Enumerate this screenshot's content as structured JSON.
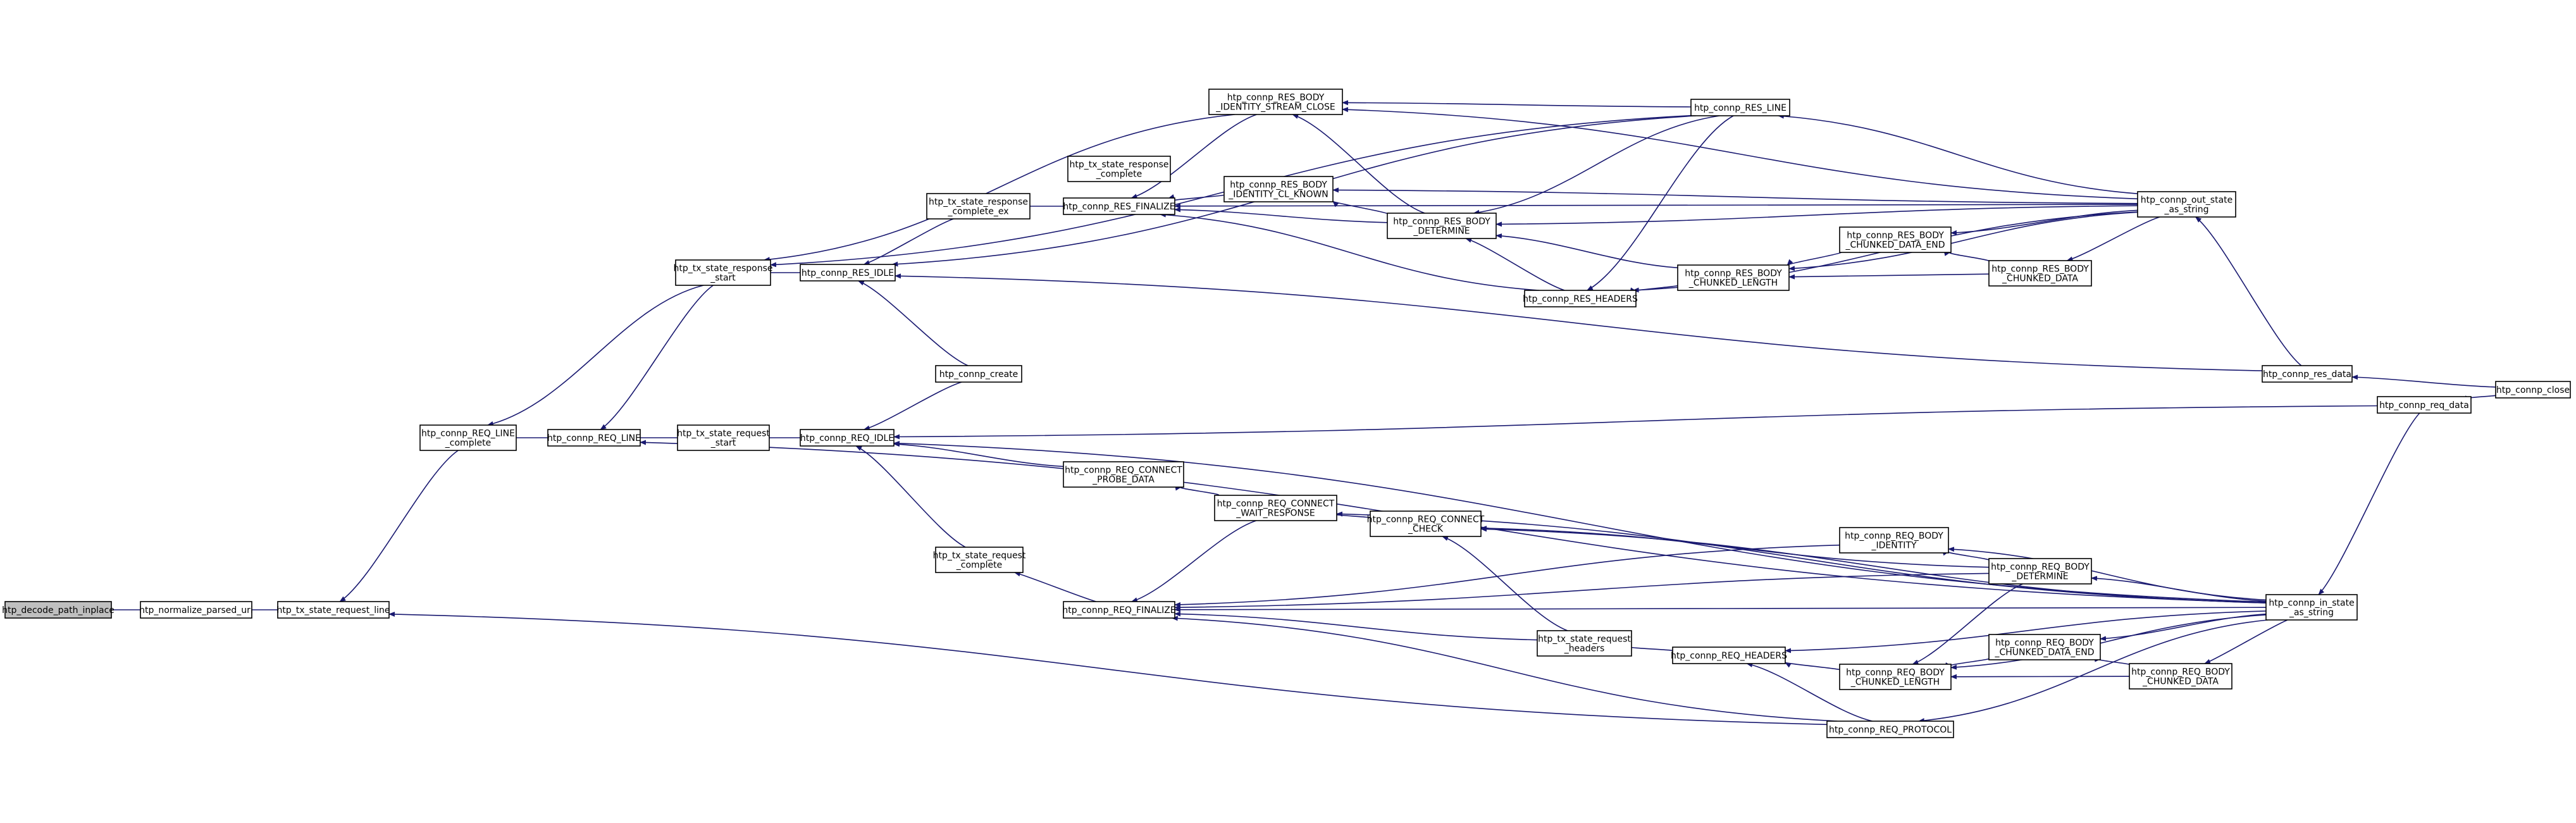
{
  "graph": {
    "colors": {
      "edge": "#191970",
      "node_border": "#000000",
      "focus_fill": "#bfbfbf",
      "node_fill": "#ffffff"
    },
    "nodes": [
      {
        "id": "decode",
        "lines": [
          "htp_decode_path_inplace"
        ],
        "focus": true
      },
      {
        "id": "normalize",
        "lines": [
          "htp_normalize_parsed_uri"
        ]
      },
      {
        "id": "req_line_state",
        "lines": [
          "htp_tx_state_request_line"
        ]
      },
      {
        "id": "req_line_complete",
        "lines": [
          "htp_connp_REQ_LINE",
          "_complete"
        ]
      },
      {
        "id": "req_line",
        "lines": [
          "htp_connp_REQ_LINE"
        ]
      },
      {
        "id": "resp_start",
        "lines": [
          "htp_tx_state_response",
          "_start"
        ]
      },
      {
        "id": "req_start",
        "lines": [
          "htp_tx_state_request",
          "_start"
        ]
      },
      {
        "id": "res_idle",
        "lines": [
          "htp_connp_RES_IDLE"
        ]
      },
      {
        "id": "req_idle",
        "lines": [
          "htp_connp_REQ_IDLE"
        ]
      },
      {
        "id": "create",
        "lines": [
          "htp_connp_create"
        ]
      },
      {
        "id": "req_complete",
        "lines": [
          "htp_tx_state_request",
          "_complete"
        ]
      },
      {
        "id": "resp_complete_ex",
        "lines": [
          "htp_tx_state_response",
          "_complete_ex"
        ]
      },
      {
        "id": "resp_complete",
        "lines": [
          "htp_tx_state_response",
          "_complete"
        ]
      },
      {
        "id": "res_finalize",
        "lines": [
          "htp_connp_RES_FINALIZE"
        ]
      },
      {
        "id": "res_body_stream",
        "lines": [
          "htp_connp_RES_BODY",
          "_IDENTITY_STREAM_CLOSE"
        ]
      },
      {
        "id": "res_body_cl",
        "lines": [
          "htp_connp_RES_BODY",
          "_IDENTITY_CL_KNOWN"
        ]
      },
      {
        "id": "req_connect_probe",
        "lines": [
          "htp_connp_REQ_CONNECT",
          "_PROBE_DATA"
        ]
      },
      {
        "id": "req_finalize",
        "lines": [
          "htp_connp_REQ_FINALIZE"
        ]
      },
      {
        "id": "req_connect_wait",
        "lines": [
          "htp_connp_REQ_CONNECT",
          "_WAIT_RESPONSE"
        ]
      },
      {
        "id": "req_connect_check",
        "lines": [
          "htp_connp_REQ_CONNECT",
          "_CHECK"
        ]
      },
      {
        "id": "res_body_determine",
        "lines": [
          "htp_connp_RES_BODY",
          "_DETERMINE"
        ]
      },
      {
        "id": "res_headers",
        "lines": [
          "htp_connp_RES_HEADERS"
        ]
      },
      {
        "id": "req_headers_state",
        "lines": [
          "htp_tx_state_request",
          "_headers"
        ]
      },
      {
        "id": "req_headers",
        "lines": [
          "htp_connp_REQ_HEADERS"
        ]
      },
      {
        "id": "res_line",
        "lines": [
          "htp_connp_RES_LINE"
        ]
      },
      {
        "id": "res_body_chunked_length",
        "lines": [
          "htp_connp_RES_BODY",
          "_CHUNKED_LENGTH"
        ]
      },
      {
        "id": "res_body_chunked_data_end",
        "lines": [
          "htp_connp_RES_BODY",
          "_CHUNKED_DATA_END"
        ]
      },
      {
        "id": "req_body_identity",
        "lines": [
          "htp_connp_REQ_BODY",
          "_IDENTITY"
        ]
      },
      {
        "id": "req_body_chunked_length",
        "lines": [
          "htp_connp_REQ_BODY",
          "_CHUNKED_LENGTH"
        ]
      },
      {
        "id": "req_protocol",
        "lines": [
          "htp_connp_REQ_PROTOCOL"
        ]
      },
      {
        "id": "res_body_chunked_data",
        "lines": [
          "htp_connp_RES_BODY",
          "_CHUNKED_DATA"
        ]
      },
      {
        "id": "req_body_determine",
        "lines": [
          "htp_connp_REQ_BODY",
          "_DETERMINE"
        ]
      },
      {
        "id": "req_body_chunked_data_end",
        "lines": [
          "htp_connp_REQ_BODY",
          "_CHUNKED_DATA_END"
        ]
      },
      {
        "id": "req_body_chunked_data",
        "lines": [
          "htp_connp_REQ_BODY",
          "_CHUNKED_DATA"
        ]
      },
      {
        "id": "out_state",
        "lines": [
          "htp_connp_out_state",
          "_as_string"
        ]
      },
      {
        "id": "res_data",
        "lines": [
          "htp_connp_res_data"
        ]
      },
      {
        "id": "req_data",
        "lines": [
          "htp_connp_req_data"
        ]
      },
      {
        "id": "in_state",
        "lines": [
          "htp_connp_in_state",
          "_as_string"
        ]
      },
      {
        "id": "close",
        "lines": [
          "htp_connp_close"
        ]
      }
    ],
    "edges": [
      [
        "decode",
        "normalize"
      ],
      [
        "normalize",
        "req_line_state"
      ],
      [
        "req_line_state",
        "req_line_complete"
      ],
      [
        "req_line_state",
        "req_protocol"
      ],
      [
        "req_line_complete",
        "req_line"
      ],
      [
        "req_line_complete",
        "resp_start"
      ],
      [
        "req_line",
        "req_start"
      ],
      [
        "req_line",
        "resp_start"
      ],
      [
        "req_line",
        "in_state"
      ],
      [
        "resp_start",
        "res_idle"
      ],
      [
        "resp_start",
        "res_line"
      ],
      [
        "resp_start",
        "res_body_stream"
      ],
      [
        "req_start",
        "req_idle"
      ],
      [
        "res_idle",
        "create"
      ],
      [
        "res_idle",
        "resp_complete_ex"
      ],
      [
        "res_idle",
        "res_line"
      ],
      [
        "res_idle",
        "res_data"
      ],
      [
        "req_idle",
        "create"
      ],
      [
        "req_idle",
        "req_complete"
      ],
      [
        "req_idle",
        "req_connect_probe"
      ],
      [
        "req_idle",
        "req_data"
      ],
      [
        "req_idle",
        "in_state"
      ],
      [
        "req_complete",
        "req_finalize"
      ],
      [
        "resp_complete_ex",
        "res_finalize"
      ],
      [
        "res_finalize",
        "res_body_stream"
      ],
      [
        "res_finalize",
        "res_body_cl"
      ],
      [
        "res_finalize",
        "res_body_determine"
      ],
      [
        "res_finalize",
        "res_headers"
      ],
      [
        "res_finalize",
        "out_state"
      ],
      [
        "res_body_stream",
        "res_line"
      ],
      [
        "res_body_stream",
        "res_body_determine"
      ],
      [
        "res_body_stream",
        "out_state"
      ],
      [
        "res_body_cl",
        "res_body_determine"
      ],
      [
        "res_body_cl",
        "out_state"
      ],
      [
        "req_connect_probe",
        "req_connect_wait"
      ],
      [
        "req_finalize",
        "req_connect_wait"
      ],
      [
        "req_finalize",
        "req_headers_state"
      ],
      [
        "req_finalize",
        "req_body_identity"
      ],
      [
        "req_finalize",
        "req_body_determine"
      ],
      [
        "req_finalize",
        "req_protocol"
      ],
      [
        "req_finalize",
        "in_state"
      ],
      [
        "req_connect_wait",
        "req_connect_check"
      ],
      [
        "req_connect_wait",
        "in_state"
      ],
      [
        "req_connect_check",
        "req_headers_state"
      ],
      [
        "req_connect_check",
        "req_body_determine"
      ],
      [
        "req_connect_check",
        "in_state"
      ],
      [
        "res_body_determine",
        "res_headers"
      ],
      [
        "res_body_determine",
        "res_line"
      ],
      [
        "res_body_determine",
        "res_body_chunked_length"
      ],
      [
        "res_body_determine",
        "out_state"
      ],
      [
        "res_headers",
        "res_line"
      ],
      [
        "res_headers",
        "res_body_chunked_length"
      ],
      [
        "res_headers",
        "out_state"
      ],
      [
        "req_headers_state",
        "req_headers"
      ],
      [
        "req_headers",
        "req_protocol"
      ],
      [
        "req_headers",
        "req_body_chunked_length"
      ],
      [
        "req_headers",
        "in_state"
      ],
      [
        "res_line",
        "out_state"
      ],
      [
        "res_body_chunked_length",
        "res_body_chunked_data_end"
      ],
      [
        "res_body_chunked_length",
        "res_body_chunked_data"
      ],
      [
        "res_body_chunked_length",
        "out_state"
      ],
      [
        "res_body_chunked_data_end",
        "res_body_chunked_data"
      ],
      [
        "res_body_chunked_data_end",
        "out_state"
      ],
      [
        "res_body_chunked_data",
        "out_state"
      ],
      [
        "req_body_identity",
        "req_body_determine"
      ],
      [
        "req_body_identity",
        "in_state"
      ],
      [
        "req_body_chunked_length",
        "req_body_chunked_data_end"
      ],
      [
        "req_body_chunked_length",
        "req_body_chunked_data"
      ],
      [
        "req_body_chunked_length",
        "req_body_determine"
      ],
      [
        "req_body_chunked_length",
        "in_state"
      ],
      [
        "req_protocol",
        "in_state"
      ],
      [
        "req_body_determine",
        "in_state"
      ],
      [
        "req_body_chunked_data_end",
        "req_body_chunked_data"
      ],
      [
        "req_body_chunked_data_end",
        "in_state"
      ],
      [
        "req_body_chunked_data",
        "in_state"
      ],
      [
        "out_state",
        "res_data"
      ],
      [
        "in_state",
        "req_data"
      ],
      [
        "res_data",
        "close"
      ],
      [
        "req_data",
        "close"
      ]
    ]
  }
}
